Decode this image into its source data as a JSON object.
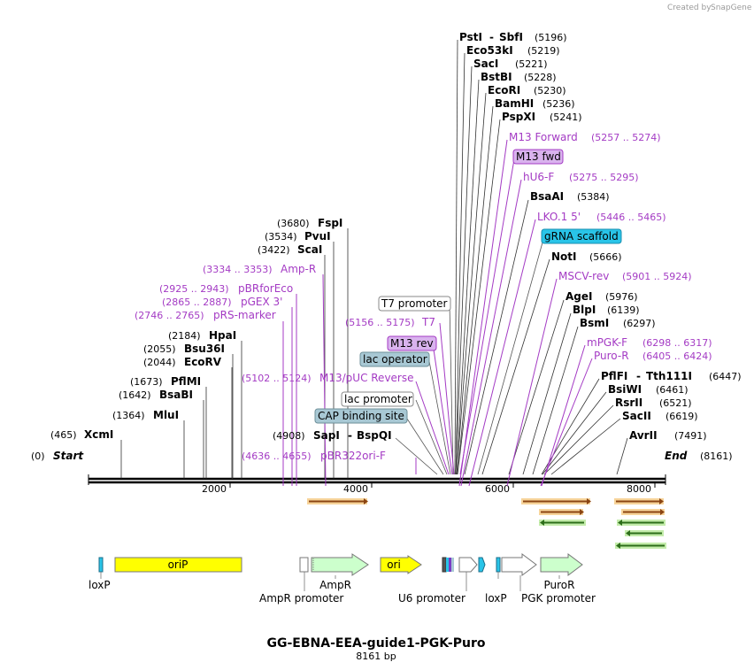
{
  "plasmid": {
    "name": "GG-EBNA-EEA-guide1-PGK-Puro",
    "length_label": "8161 bp",
    "length_bp": 8161
  },
  "branding": {
    "created_by": "Created by",
    "app": "SnapGene"
  },
  "colors": {
    "primer": "#a43bc4",
    "primer_box_fill": "#d9b3ee",
    "operator_box_fill": "#a8c8d4",
    "scaffold_box_fill": "#29c4e8",
    "oriP_fill": "#ffff00",
    "ampr_fill": "#ccffcc",
    "orf_orange": "#f0a030",
    "orf_green": "#8dd36a"
  },
  "axis": {
    "ticks": [
      {
        "bp": 2000,
        "label": "2000"
      },
      {
        "bp": 4000,
        "label": "4000"
      },
      {
        "bp": 6000,
        "label": "6000"
      },
      {
        "bp": 8000,
        "label": "8000"
      }
    ]
  },
  "ends": {
    "start": {
      "name": "Start",
      "pos": "(0)",
      "bp": 0
    },
    "end": {
      "name": "End",
      "pos": "(8161)",
      "bp": 8161
    }
  },
  "left_sites": [
    {
      "name": "FspI",
      "pos": "(3680)",
      "bp": 3680,
      "kind": "enzyme"
    },
    {
      "name": "PvuI",
      "pos": "(3534)",
      "bp": 3534,
      "kind": "enzyme"
    },
    {
      "name": "ScaI",
      "pos": "(3422)",
      "bp": 3422,
      "kind": "enzyme"
    },
    {
      "name": "Amp-R",
      "pos": "(3334 .. 3353)",
      "bp": 3343,
      "kind": "primer"
    },
    {
      "name": "pBRforEco",
      "pos": "(2925 .. 2943)",
      "bp": 2934,
      "kind": "primer"
    },
    {
      "name": "pGEX 3'",
      "pos": "(2865 .. 2887)",
      "bp": 2876,
      "kind": "primer"
    },
    {
      "name": "pRS-marker",
      "pos": "(2746 .. 2765)",
      "bp": 2755,
      "kind": "primer"
    },
    {
      "name": "HpaI",
      "pos": "(2184)",
      "bp": 2184,
      "kind": "enzyme"
    },
    {
      "name": "Bsu36I",
      "pos": "(2055)",
      "bp": 2055,
      "kind": "enzyme"
    },
    {
      "name": "EcoRV",
      "pos": "(2044)",
      "bp": 2044,
      "kind": "enzyme"
    },
    {
      "name": "PflMI",
      "pos": "(1673)",
      "bp": 1673,
      "kind": "enzyme"
    },
    {
      "name": "BsaBI",
      "pos": "(1642)",
      "bp": 1642,
      "kind": "enzyme"
    },
    {
      "name": "MluI",
      "pos": "(1364)",
      "bp": 1364,
      "kind": "enzyme"
    },
    {
      "name": "XcmI",
      "pos": "(465)",
      "bp": 465,
      "kind": "enzyme"
    }
  ],
  "middle_features": [
    {
      "name": "T7 promoter",
      "style": "plain-box",
      "bp": 5118
    },
    {
      "name": "T7",
      "pos": "(5156 .. 5175)",
      "style": "primer",
      "bp": 5165
    },
    {
      "name": "M13 rev",
      "style": "primer-box",
      "bp": 5140
    },
    {
      "name": "lac operator",
      "style": "operator-box",
      "bp": 5100
    },
    {
      "name": "M13/pUC Reverse",
      "pos": "(5102 .. 5124)",
      "style": "primer",
      "bp": 5113
    },
    {
      "name": "lac promoter",
      "style": "plain-box",
      "bp": 5050
    },
    {
      "name": "CAP binding site",
      "style": "operator-box",
      "bp": 5000
    },
    {
      "name": "SapI",
      "pos": "(4908)",
      "second_name": "BspQI",
      "style": "enzyme",
      "bp": 4908
    },
    {
      "name": "pBR322ori-F",
      "pos": "(4636 .. 4655)",
      "style": "primer",
      "bp": 4645
    }
  ],
  "right_sites": [
    {
      "name": "PstI",
      "name2": "SbfI",
      "pos": "(5196)",
      "bp": 5196,
      "kind": "enzyme"
    },
    {
      "name": "Eco53kI",
      "pos": "(5219)",
      "bp": 5219,
      "kind": "enzyme"
    },
    {
      "name": "SacI",
      "pos": "(5221)",
      "bp": 5221,
      "kind": "enzyme"
    },
    {
      "name": "BstBI",
      "pos": "(5228)",
      "bp": 5228,
      "kind": "enzyme"
    },
    {
      "name": "EcoRI",
      "pos": "(5230)",
      "bp": 5230,
      "kind": "enzyme"
    },
    {
      "name": "BamHI",
      "pos": "(5236)",
      "bp": 5236,
      "kind": "enzyme"
    },
    {
      "name": "PspXI",
      "pos": "(5241)",
      "bp": 5241,
      "kind": "enzyme"
    },
    {
      "name": "M13 Forward",
      "pos": "(5257 .. 5274)",
      "bp": 5265,
      "kind": "primer"
    },
    {
      "name": "M13 fwd",
      "pos": "",
      "bp": 5268,
      "kind": "primer-box"
    },
    {
      "name": "hU6-F",
      "pos": "(5275 .. 5295)",
      "bp": 5285,
      "kind": "primer"
    },
    {
      "name": "BsaAI",
      "pos": "(5384)",
      "bp": 5384,
      "kind": "enzyme"
    },
    {
      "name": "LKO.1 5'",
      "pos": "(5446 .. 5465)",
      "bp": 5455,
      "kind": "primer"
    },
    {
      "name": "gRNA scaffold",
      "pos": "",
      "bp": 5600,
      "kind": "scaffold-box"
    },
    {
      "name": "NotI",
      "pos": "(5666)",
      "bp": 5666,
      "kind": "enzyme"
    },
    {
      "name": "MSCV-rev",
      "pos": "(5901 .. 5924)",
      "bp": 5912,
      "kind": "primer"
    },
    {
      "name": "AgeI",
      "pos": "(5976)",
      "bp": 5976,
      "kind": "enzyme"
    },
    {
      "name": "BlpI",
      "pos": "(6139)",
      "bp": 6139,
      "kind": "enzyme"
    },
    {
      "name": "BsmI",
      "pos": "(6297)",
      "bp": 6297,
      "kind": "enzyme"
    },
    {
      "name": "mPGK-F",
      "pos": "(6298 .. 6317)",
      "bp": 6307,
      "kind": "primer"
    },
    {
      "name": "Puro-R",
      "pos": "(6405 .. 6424)",
      "bp": 6414,
      "kind": "primer"
    },
    {
      "name": "PflFI",
      "name2": "Tth111I",
      "pos": "(6447)",
      "bp": 6447,
      "kind": "enzyme"
    },
    {
      "name": "BsiWI",
      "pos": "(6461)",
      "bp": 6461,
      "kind": "enzyme"
    },
    {
      "name": "RsrII",
      "pos": "(6521)",
      "bp": 6521,
      "kind": "enzyme"
    },
    {
      "name": "SacII",
      "pos": "(6619)",
      "bp": 6619,
      "kind": "enzyme"
    },
    {
      "name": "AvrII",
      "pos": "(7491)",
      "bp": 7491,
      "kind": "enzyme"
    }
  ],
  "bottom_labels": [
    {
      "name": "loxP",
      "bp": 180
    },
    {
      "name": "oriP",
      "bp": 1300
    },
    {
      "name": "AmpR promoter",
      "bp": 3050
    },
    {
      "name": "AmpR",
      "bp": 3500
    },
    {
      "name": "ori",
      "bp": 4500
    },
    {
      "name": "U6 promoter",
      "bp": 5100
    },
    {
      "name": "loxP",
      "bp": 5800
    },
    {
      "name": "PGK promoter",
      "bp": 6350
    },
    {
      "name": "PuroR",
      "bp": 6650
    }
  ]
}
